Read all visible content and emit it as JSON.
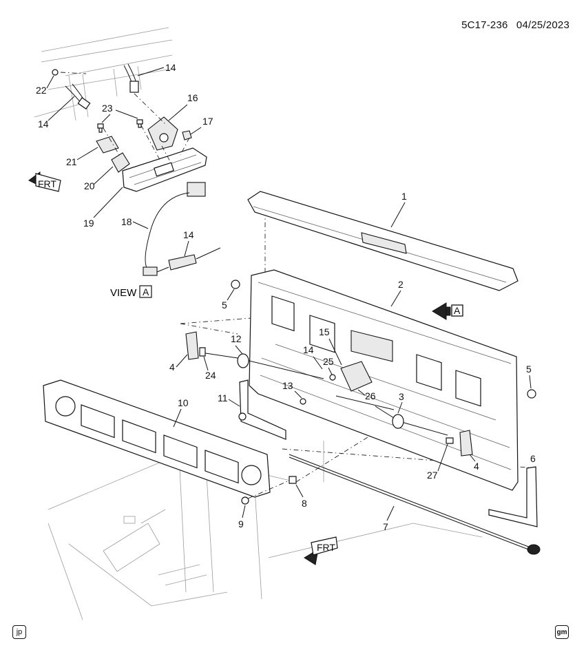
{
  "header": {
    "code": "5C17-236",
    "date": "04/25/2023"
  },
  "view_label": {
    "text": "VIEW",
    "letter": "A"
  },
  "arrow_a_letter": "A",
  "frt_text": "FRT",
  "footer": {
    "left_logo": "jp",
    "right_logo": "gm"
  },
  "callouts": [
    "1",
    "2",
    "3",
    "4",
    "4",
    "5",
    "5",
    "6",
    "7",
    "8",
    "9",
    "10",
    "11",
    "12",
    "13",
    "14",
    "14",
    "14",
    "14",
    "15",
    "16",
    "17",
    "18",
    "19",
    "20",
    "21",
    "22",
    "23",
    "24",
    "25",
    "26",
    "27"
  ]
}
